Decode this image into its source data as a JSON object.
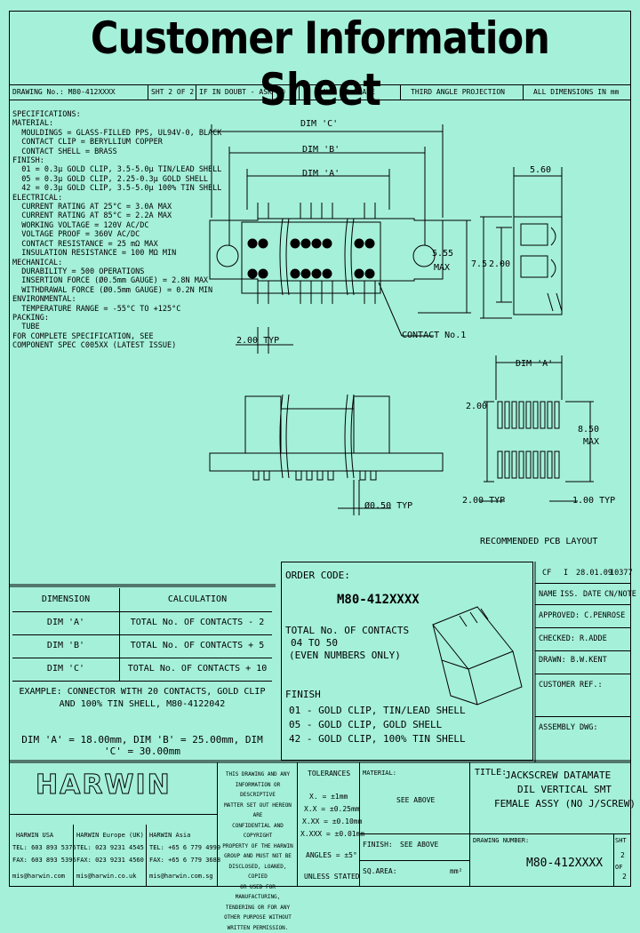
{
  "title": "Customer Information Sheet",
  "header": {
    "drawing_no": "DRAWING No.: M80-412XXXX",
    "sheet": "SHT 2 OF 2",
    "doubt": "IF IN DOUBT - ASK",
    "copyright": "©",
    "scale": "NOT TO SCALE",
    "projection": "THIRD ANGLE PROJECTION",
    "dims": "ALL DIMENSIONS IN mm"
  },
  "specs": [
    "SPECIFICATIONS:",
    "MATERIAL:",
    "  MOULDINGS = GLASS-FILLED PPS, UL94V-0, BLACK",
    "  CONTACT CLIP = BERYLLIUM COPPER",
    "  CONTACT SHELL = BRASS",
    "FINISH:",
    "  01 = 0.3µ GOLD CLIP, 3.5-5.0µ TIN/LEAD SHELL",
    "  05 = 0.3µ GOLD CLIP, 2.25-0.3µ GOLD SHELL",
    "  42 = 0.3µ GOLD CLIP, 3.5-5.0µ 100% TIN SHELL",
    "ELECTRICAL:",
    "  CURRENT RATING AT 25°C = 3.0A MAX",
    "  CURRENT RATING AT 85°C = 2.2A MAX",
    "  WORKING VOLTAGE = 120V AC/DC",
    "  VOLTAGE PROOF = 360V AC/DC",
    "  CONTACT RESISTANCE = 25 mΩ MAX",
    "  INSULATION RESISTANCE = 100 MΩ MIN",
    "MECHANICAL:",
    "  DURABILITY = 500 OPERATIONS",
    "  INSERTION FORCE (Ø0.5mm GAUGE) = 2.8N MAX",
    "  WITHDRAWAL FORCE (Ø0.5mm GAUGE) = 0.2N MIN",
    "ENVIRONMENTAL:",
    "  TEMPERATURE RANGE = -55°C TO +125°C",
    "PACKING:",
    "  TUBE",
    "FOR COMPLETE SPECIFICATION, SEE",
    "COMPONENT SPEC C005XX (LATEST ISSUE)"
  ],
  "drawing": {
    "dim_c": "DIM 'C'",
    "dim_b": "DIM 'B'",
    "dim_a": "DIM 'A'",
    "d560": "5.60",
    "d555": "5.55",
    "max": "MAX",
    "d75": "7.5",
    "d200": "2.00",
    "typ200": "2.00 TYP",
    "contact1": "CONTACT No.1",
    "d050": "Ø0.50 TYP",
    "pcb_dim_a": "DIM 'A'",
    "pcb_200": "2.00",
    "pcb_850": "8.50",
    "pcb_max": "MAX",
    "pcb_typ200": "2.00 TYP",
    "pcb_typ100": "1.00 TYP",
    "pcb_title": "RECOMMENDED PCB LAYOUT"
  },
  "calc_table": {
    "headers": [
      "DIMENSION",
      "CALCULATION"
    ],
    "rows": [
      [
        "DIM 'A'",
        "TOTAL No. OF CONTACTS - 2"
      ],
      [
        "DIM 'B'",
        "TOTAL No. OF CONTACTS + 5"
      ],
      [
        "DIM 'C'",
        "TOTAL No. OF CONTACTS + 10"
      ]
    ]
  },
  "example": {
    "line1": "EXAMPLE: CONNECTOR WITH 20 CONTACTS, GOLD CLIP",
    "line2": "AND 100% TIN SHELL, M80-4122042",
    "line3": "DIM 'A' = 18.00mm, DIM 'B' = 25.00mm, DIM 'C' = 30.00mm"
  },
  "order": {
    "label": "ORDER CODE:",
    "code": "M80-412XXXX",
    "total": "TOTAL No. OF CONTACTS",
    "range": "04 TO 50",
    "even": "(EVEN NUMBERS ONLY)",
    "finish": "FINISH",
    "f01": "01 - GOLD CLIP, TIN/LEAD SHELL",
    "f05": "05 - GOLD CLIP, GOLD SHELL",
    "f42": "42 - GOLD CLIP, 100% TIN SHELL"
  },
  "revision": {
    "cf": "CF",
    "issue": "I",
    "date": "28.01.09",
    "ref": "10377",
    "name_h": "NAME",
    "iss_h": "ISS.",
    "date_h": "DATE",
    "cn_h": "CN/NOTE",
    "approved": "APPROVED: C.PENROSE",
    "checked": "CHECKED: R.ADDE",
    "drawn": "DRAWN: B.W.KENT",
    "customer": "CUSTOMER REF.:",
    "assembly": "ASSEMBLY DWG:"
  },
  "footer": {
    "logo": "HARWIN",
    "usa": "HARWIN USA",
    "usa_tel": "TEL: 603 893 5376",
    "usa_fax": "FAX: 603 893 5396",
    "usa_mail": "mis@harwin.com",
    "eu": "HARWIN Europe (UK)",
    "eu_tel": "TEL: 023 9231 4545",
    "eu_fax": "FAX: 023 9231 4560",
    "eu_mail": "mis@harwin.co.uk",
    "asia": "HARWIN Asia",
    "asia_tel": "TEL: +65 6 779 4999",
    "asia_fax": "FAX: +65 6 779 3688",
    "asia_mail": "mis@harwin.com.sg",
    "notice": [
      "THIS DRAWING AND ANY",
      "INFORMATION OR DESCRIPTIVE",
      "MATTER SET OUT HEREON ARE",
      "CONFIDENTIAL AND COPYRIGHT",
      "PROPERTY OF THE HARWIN",
      "GROUP AND MUST NOT BE",
      "DISCLOSED, LOANED, COPIED",
      "OR USED FOR MANUFACTURING,",
      "TENDERING OR FOR ANY",
      "OTHER PURPOSE WITHOUT",
      "WRITTEN PERMISSION."
    ],
    "tol_title": "TOLERANCES",
    "tol1": "X. = ±1mm",
    "tol2": "X.X = ±0.25mm",
    "tol3": "X.XX = ±0.10mm",
    "tol4": "X.XXX = ±0.01mm",
    "tol5": "ANGLES = ±5°",
    "tol6": "UNLESS STATED",
    "material_h": "MATERIAL:",
    "material_v": "SEE ABOVE",
    "finish_h": "FINISH:",
    "finish_v": "SEE ABOVE",
    "sqarea": "SQ.AREA:",
    "squnit": "mm²",
    "title_h": "TITLE:",
    "title1": "JACKSCREW DATAMATE",
    "title2": "DIL VERTICAL SMT",
    "title3": "FEMALE ASSY (NO J/SCREW)",
    "dwg_h": "DRAWING NUMBER:",
    "dwg_v": "M80-412XXXX",
    "sht_h": "SHT",
    "sht_v": "2",
    "of": "OF",
    "of_v": "2"
  }
}
